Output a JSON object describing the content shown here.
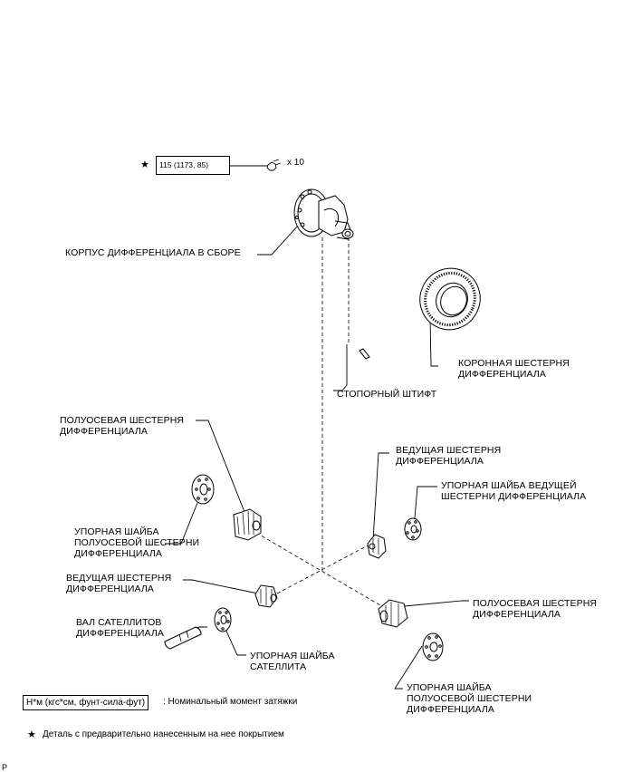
{
  "torque": {
    "star": "★",
    "spec": "115 (1173, 85)",
    "qty": "x 10"
  },
  "labels": {
    "diff_case_assembly": "КОРПУС ДИФФЕРЕНЦИАЛА В СБОРЕ",
    "ring_gear": "КОРОННАЯ ШЕСТЕРНЯ\nДИФФЕРЕНЦИАЛА",
    "lock_pin": "СТОПОРНЫЙ ШТИФТ",
    "side_gear_top": "ПОЛУОСЕВАЯ ШЕСТЕРНЯ\nДИФФЕРЕНЦИАЛА",
    "pinion_right": "ВЕДУЩАЯ ШЕСТЕРНЯ\nДИФФЕРЕНЦИАЛА",
    "pinion_washer_right": "УПОРНАЯ ШАЙБА ВЕДУЩЕЙ\nШЕСТЕРНИ ДИФФЕРЕНЦИАЛА",
    "side_washer_left": "УПОРНАЯ ШАЙБА\nПОЛУОСЕВОЙ ШЕСТЕРНИ\nДИФФЕРЕНЦИАЛА",
    "pinion_left": "ВЕДУЩАЯ ШЕСТЕРНЯ\nДИФФЕРЕНЦИАЛА",
    "side_gear_right": "ПОЛУОСЕВАЯ ШЕСТЕРНЯ\nДИФФЕРЕНЦИАЛА",
    "pinion_shaft": "ВАЛ САТЕЛЛИТОВ\nДИФФЕРЕНЦИАЛА",
    "satellite_washer": "УПОРНАЯ ШАЙБА\nСАТЕЛЛИТА",
    "side_washer_right": "УПОРНАЯ ШАЙБА\nПОЛУОСЕВОЙ ШЕСТЕРНИ\nДИФФЕРЕНЦИАЛА"
  },
  "legend": {
    "units_box": "Н*м (кгс*см, фунт-сила-фут)",
    "units_text": ": Номинальный момент затяжки",
    "star": "★",
    "star_text": "Деталь с предварительно нанесенным на нее покрытием"
  },
  "corner_mark": "P"
}
